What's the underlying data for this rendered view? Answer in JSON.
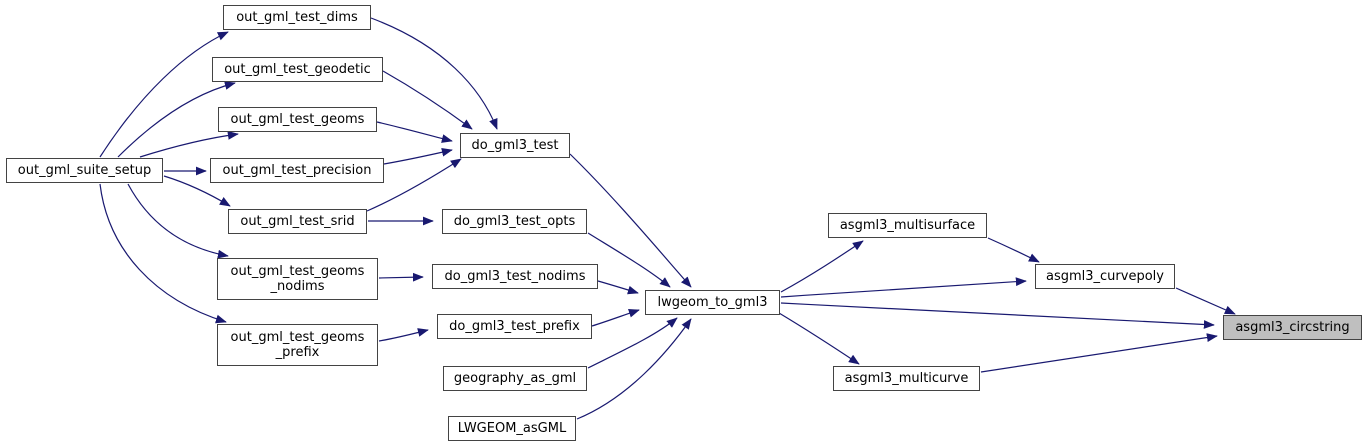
{
  "diagram": {
    "type": "call-graph",
    "highlighted_node": "asgml3_circstring",
    "colors": {
      "background": "#ffffff",
      "edge": "#191970",
      "node_border": "#434343",
      "node_fill": "#ffffff",
      "highlight_fill": "#bfbfbf",
      "text": "#000000"
    },
    "nodes": {
      "out_gml_suite_setup": {
        "label": "out_gml_suite_setup"
      },
      "out_gml_test_dims": {
        "label": "out_gml_test_dims"
      },
      "out_gml_test_geodetic": {
        "label": "out_gml_test_geodetic"
      },
      "out_gml_test_geoms": {
        "label": "out_gml_test_geoms"
      },
      "out_gml_test_precision": {
        "label": "out_gml_test_precision"
      },
      "out_gml_test_srid": {
        "label": "out_gml_test_srid"
      },
      "out_gml_test_geoms_nodims": {
        "line1": "out_gml_test_geoms",
        "line2": "_nodims"
      },
      "out_gml_test_geoms_prefix": {
        "line1": "out_gml_test_geoms",
        "line2": "_prefix"
      },
      "do_gml3_test": {
        "label": "do_gml3_test"
      },
      "do_gml3_test_opts": {
        "label": "do_gml3_test_opts"
      },
      "do_gml3_test_nodims": {
        "label": "do_gml3_test_nodims"
      },
      "do_gml3_test_prefix": {
        "label": "do_gml3_test_prefix"
      },
      "geography_as_gml": {
        "label": "geography_as_gml"
      },
      "LWGEOM_asGML": {
        "label": "LWGEOM_asGML"
      },
      "lwgeom_to_gml3": {
        "label": "lwgeom_to_gml3"
      },
      "asgml3_multisurface": {
        "label": "asgml3_multisurface"
      },
      "asgml3_curvepoly": {
        "label": "asgml3_curvepoly"
      },
      "asgml3_multicurve": {
        "label": "asgml3_multicurve"
      },
      "asgml3_circstring": {
        "label": "asgml3_circstring"
      }
    },
    "edges": [
      {
        "from": "out_gml_suite_setup",
        "to": "out_gml_test_dims"
      },
      {
        "from": "out_gml_suite_setup",
        "to": "out_gml_test_geodetic"
      },
      {
        "from": "out_gml_suite_setup",
        "to": "out_gml_test_geoms"
      },
      {
        "from": "out_gml_suite_setup",
        "to": "out_gml_test_precision"
      },
      {
        "from": "out_gml_suite_setup",
        "to": "out_gml_test_srid"
      },
      {
        "from": "out_gml_suite_setup",
        "to": "out_gml_test_geoms_nodims"
      },
      {
        "from": "out_gml_suite_setup",
        "to": "out_gml_test_geoms_prefix"
      },
      {
        "from": "out_gml_test_dims",
        "to": "do_gml3_test"
      },
      {
        "from": "out_gml_test_geodetic",
        "to": "do_gml3_test"
      },
      {
        "from": "out_gml_test_geoms",
        "to": "do_gml3_test"
      },
      {
        "from": "out_gml_test_precision",
        "to": "do_gml3_test"
      },
      {
        "from": "out_gml_test_srid",
        "to": "do_gml3_test"
      },
      {
        "from": "out_gml_test_srid",
        "to": "do_gml3_test_opts"
      },
      {
        "from": "out_gml_test_geoms_nodims",
        "to": "do_gml3_test_nodims"
      },
      {
        "from": "out_gml_test_geoms_prefix",
        "to": "do_gml3_test_prefix"
      },
      {
        "from": "do_gml3_test",
        "to": "lwgeom_to_gml3"
      },
      {
        "from": "do_gml3_test_opts",
        "to": "lwgeom_to_gml3"
      },
      {
        "from": "do_gml3_test_nodims",
        "to": "lwgeom_to_gml3"
      },
      {
        "from": "do_gml3_test_prefix",
        "to": "lwgeom_to_gml3"
      },
      {
        "from": "geography_as_gml",
        "to": "lwgeom_to_gml3"
      },
      {
        "from": "LWGEOM_asGML",
        "to": "lwgeom_to_gml3"
      },
      {
        "from": "lwgeom_to_gml3",
        "to": "asgml3_multisurface"
      },
      {
        "from": "lwgeom_to_gml3",
        "to": "asgml3_curvepoly"
      },
      {
        "from": "lwgeom_to_gml3",
        "to": "asgml3_circstring"
      },
      {
        "from": "lwgeom_to_gml3",
        "to": "asgml3_multicurve"
      },
      {
        "from": "asgml3_multisurface",
        "to": "asgml3_curvepoly"
      },
      {
        "from": "asgml3_curvepoly",
        "to": "asgml3_circstring"
      },
      {
        "from": "asgml3_multicurve",
        "to": "asgml3_circstring"
      }
    ]
  }
}
